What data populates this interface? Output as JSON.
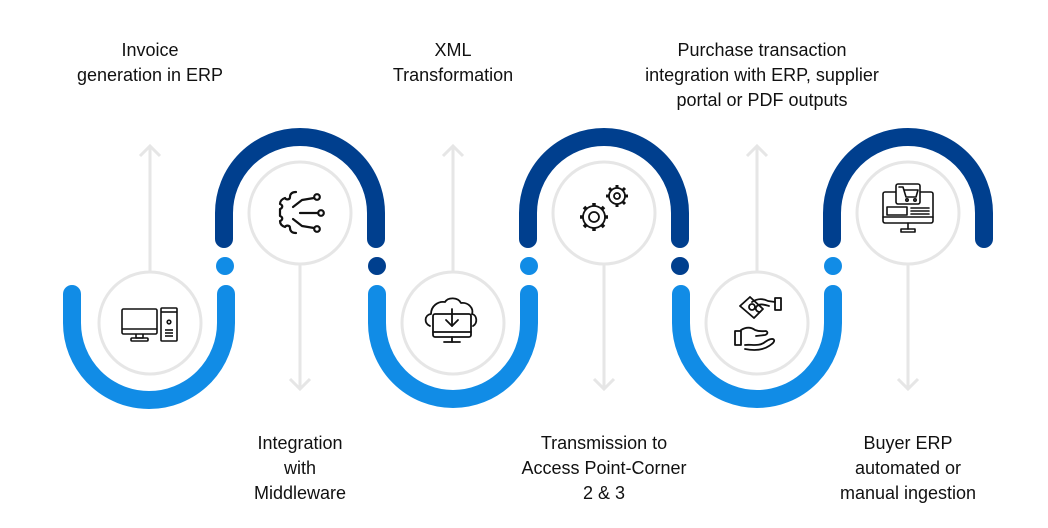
{
  "colors": {
    "dark_blue": "#003F8E",
    "light_blue": "#118CE6",
    "gray": "#E6E6E6",
    "text": "#111111"
  },
  "steps": [
    {
      "lines": [
        "Invoice",
        "generation in ERP"
      ],
      "icon": "desktop-computer-icon",
      "position": "top",
      "tone": "light"
    },
    {
      "lines": [
        "Integration",
        "with",
        "Middleware"
      ],
      "icon": "gear-network-icon",
      "position": "bottom",
      "tone": "dark"
    },
    {
      "lines": [
        "XML",
        "Transformation"
      ],
      "icon": "cloud-download-monitor-icon",
      "position": "top",
      "tone": "light"
    },
    {
      "lines": [
        "Transmission to",
        "Access Point-Corner",
        "2 & 3"
      ],
      "icon": "gears-icon",
      "position": "bottom",
      "tone": "dark"
    },
    {
      "lines": [
        "Purchase transaction",
        "integration with ERP, supplier",
        "portal or PDF outputs"
      ],
      "icon": "money-handover-icon",
      "position": "top",
      "tone": "light"
    },
    {
      "lines": [
        "Buyer ERP",
        "automated or",
        "manual ingestion"
      ],
      "icon": "online-shopping-monitor-icon",
      "position": "bottom",
      "tone": "dark"
    }
  ]
}
